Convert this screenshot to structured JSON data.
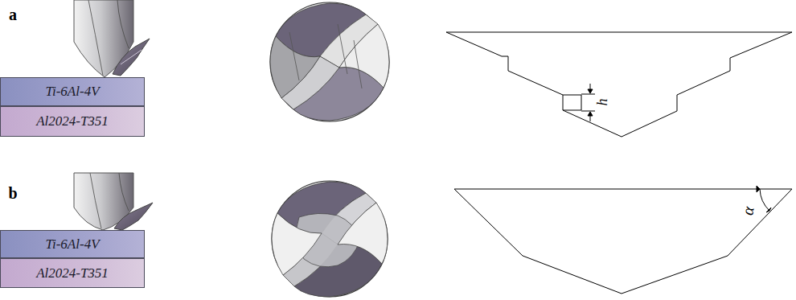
{
  "diagram": {
    "nodes": [
      {
        "text": [
          "Ti-6Al-4V"
        ]
      },
      {
        "text": [
          "Al2024-T351"
        ]
      },
      {
        "text": [
          "Ti-6Al-4V"
        ]
      },
      {
        "text": [
          "Al2024-T351"
        ]
      }
    ],
    "labels": [
      "a",
      "h",
      "b",
      "α"
    ]
  }
}
